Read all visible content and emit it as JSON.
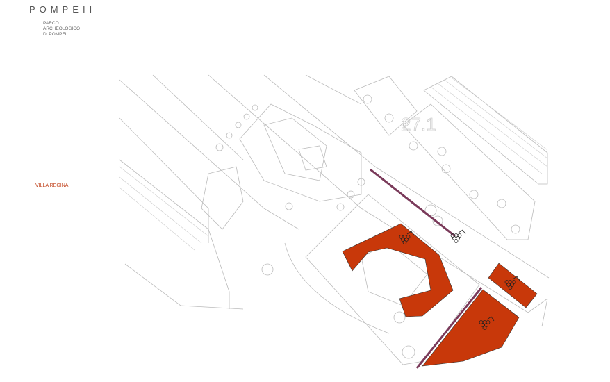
{
  "logo": {
    "text": "POMPEII",
    "subtitle": [
      "PARCO",
      "ARCHEOLOGICO",
      "DI POMPEI"
    ]
  },
  "site_label": "Villa Regina",
  "site_label_display": "VILLA REGINA",
  "region_number": "27.1",
  "colors": {
    "vineyard": "#c8380a",
    "path": "#7a3a5a",
    "lines": "#bbbbbb",
    "accent": "#c8602a"
  },
  "legend_icons": [
    "grape-icon"
  ]
}
